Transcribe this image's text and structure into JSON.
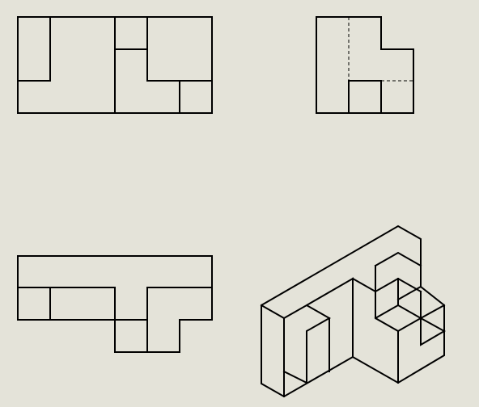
{
  "sheet": {
    "background_color": "#e4e3d9",
    "line_color": "#000000"
  },
  "views": [
    {
      "id": "front-view",
      "type": "orthographic",
      "has_hidden_lines": false
    },
    {
      "id": "side-view",
      "type": "orthographic",
      "has_hidden_lines": true
    },
    {
      "id": "top-view",
      "type": "orthographic",
      "has_hidden_lines": true
    },
    {
      "id": "isometric-view",
      "type": "isometric",
      "has_hidden_lines": false
    }
  ]
}
